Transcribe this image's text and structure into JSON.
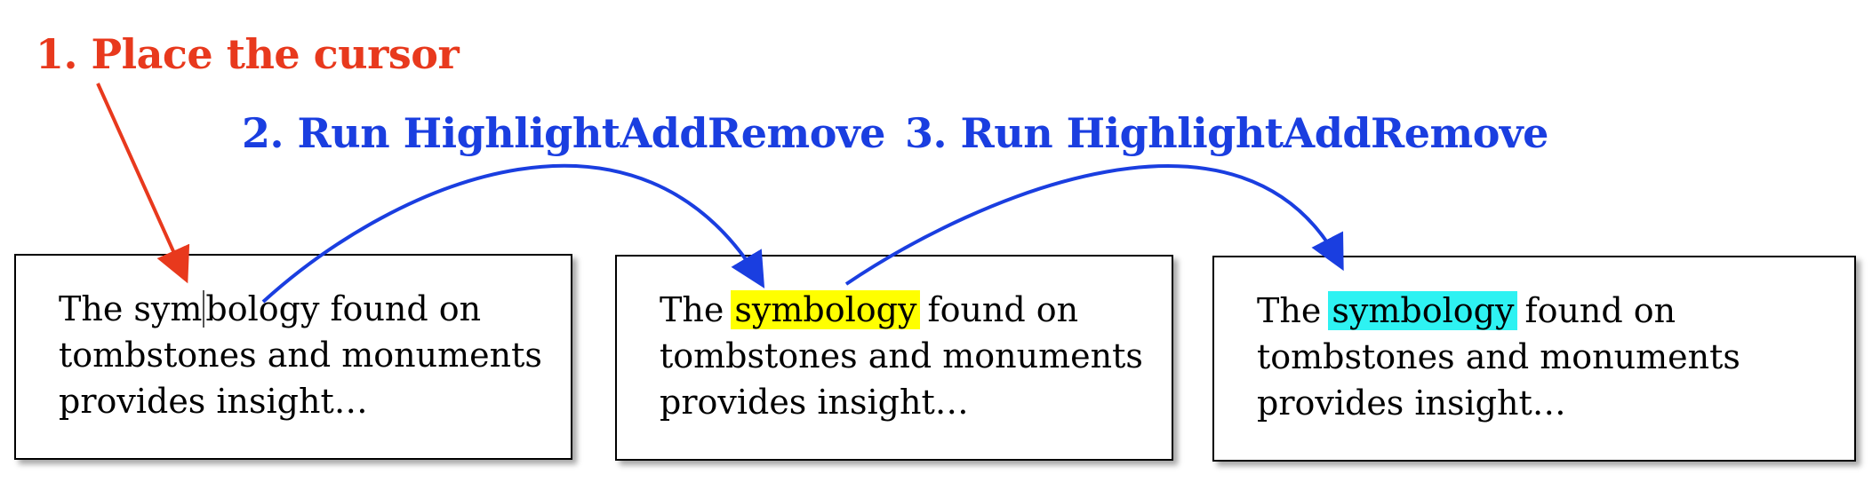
{
  "steps": {
    "step1": "1. Place the cursor",
    "step2": "2. Run HighlightAddRemove",
    "step3": "3. Run HighlightAddRemove"
  },
  "panels": {
    "panel1": {
      "before": "The sym",
      "after": "bology found on",
      "line2": "tombstones and monuments",
      "line3": "provides insight…"
    },
    "panel2": {
      "prefix": "The ",
      "highlight": "symbology",
      "suffix": " found on",
      "line2": "tombstones and monuments",
      "line3": "provides insight…",
      "highlight_color": "#ffff00"
    },
    "panel3": {
      "prefix": "The ",
      "highlight": "symbology",
      "suffix": " found on",
      "line2": "tombstones and monuments",
      "line3": "provides insight…",
      "highlight_color": "#2ef2f2"
    }
  },
  "colors": {
    "step1": "#e8391d",
    "steps_blue": "#1a3ee0"
  }
}
